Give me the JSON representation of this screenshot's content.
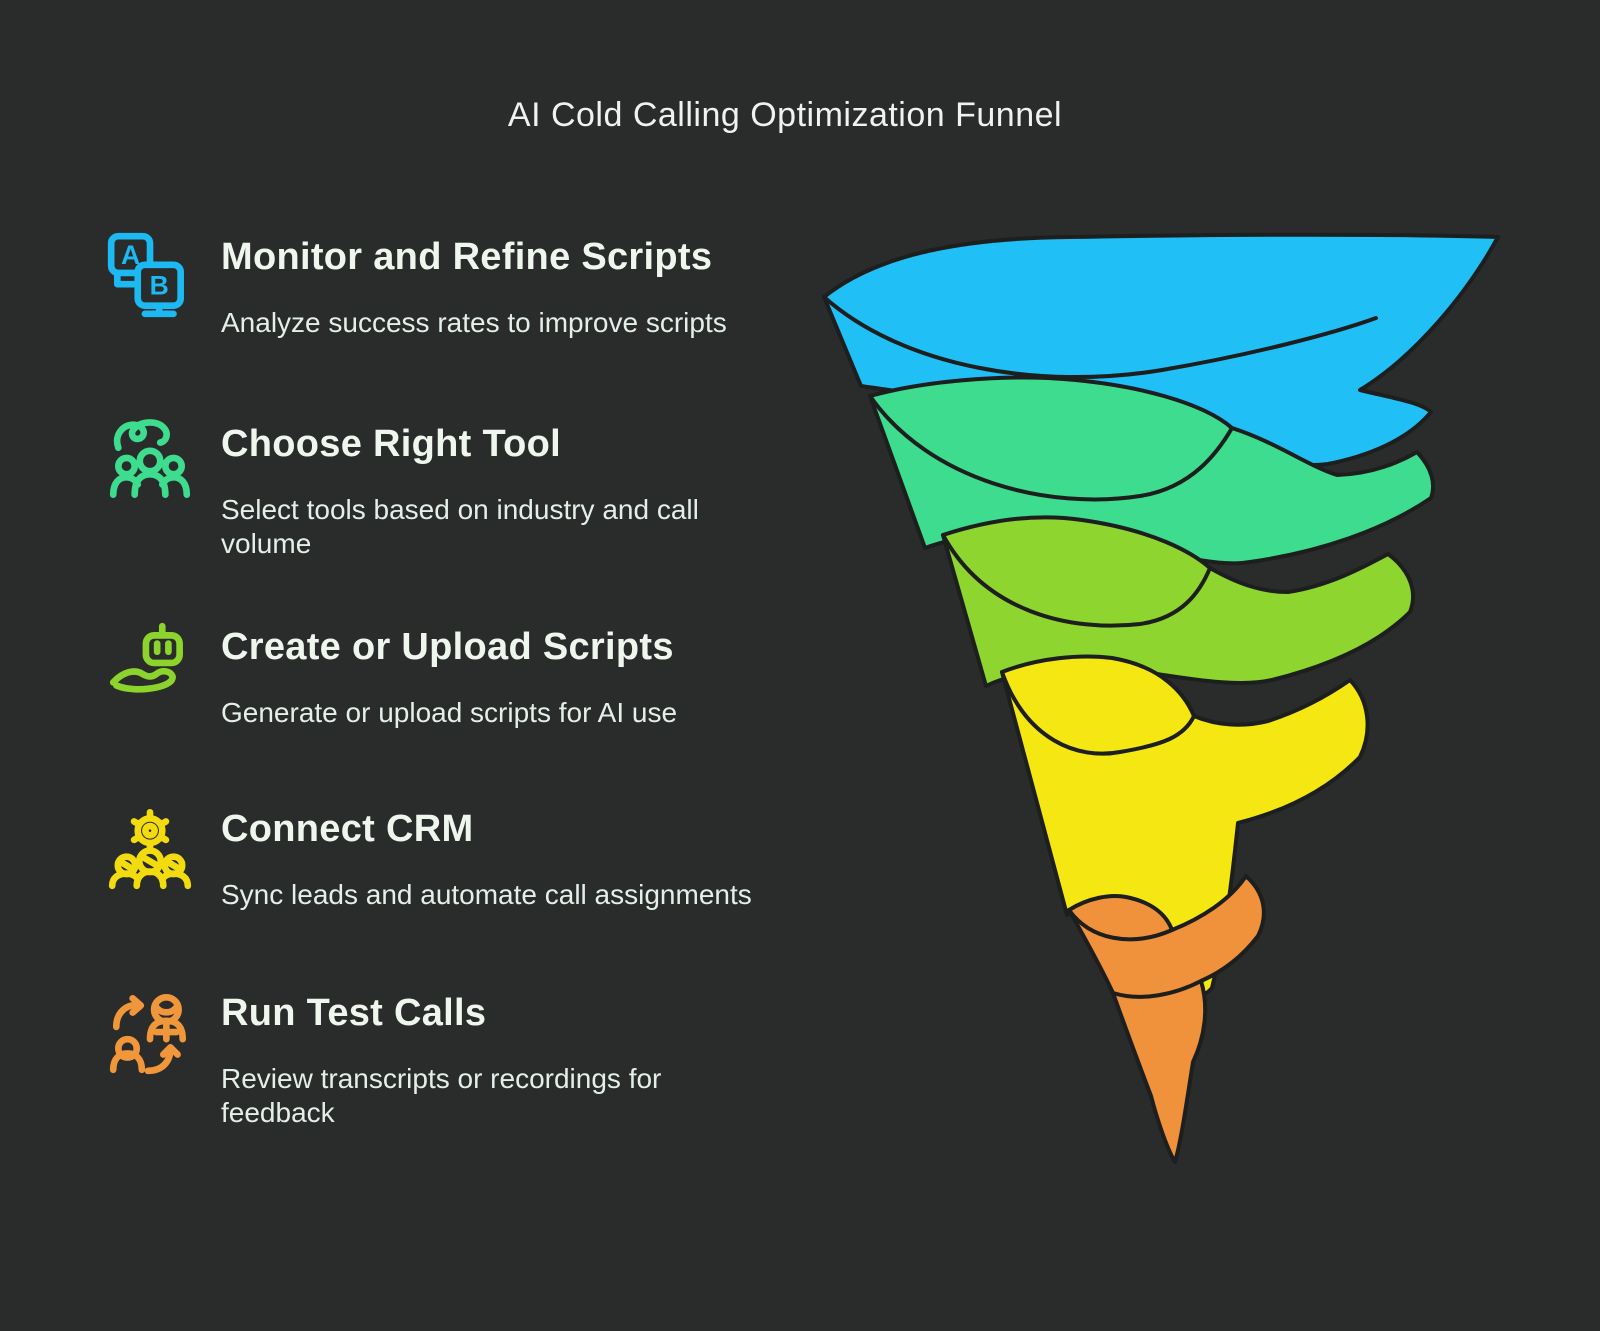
{
  "page": {
    "title": "AI Cold Calling Optimization Funnel"
  },
  "colors": {
    "background": "#2a2b2b",
    "outline": "#1d1f1f",
    "title": "#f1f1f1",
    "step_title": "#eef6ee",
    "step_desc": "#e3efe7"
  },
  "steps": [
    {
      "title": "Monitor and Refine Scripts",
      "description": "Analyze success rates to improve scripts",
      "icon": "ab-test-monitors-icon",
      "icon_letter_a": "A",
      "icon_letter_b": "B",
      "color": "#1cb9f2"
    },
    {
      "title": "Choose Right Tool",
      "description": "Select tools based on industry and call volume",
      "icon": "team-select-icon",
      "color": "#3edc8e"
    },
    {
      "title": "Create or Upload Scripts",
      "description": "Generate or upload scripts for AI use",
      "icon": "hand-robot-icon",
      "color": "#8cd42c"
    },
    {
      "title": "Connect CRM",
      "description": "Sync leads and automate call assignments",
      "icon": "gear-team-icon",
      "color": "#f2dc0f"
    },
    {
      "title": "Run Test Calls",
      "description": "Review transcripts or recordings for feedback",
      "icon": "people-swap-icon",
      "color": "#f0973c"
    }
  ],
  "funnel": {
    "type": "spiral-funnel",
    "stages": [
      {
        "order": 1,
        "color": "#20bff5"
      },
      {
        "order": 2,
        "color": "#3ddc8e"
      },
      {
        "order": 3,
        "color": "#8fd52f"
      },
      {
        "order": 4,
        "color": "#f5e711"
      },
      {
        "order": 5,
        "color": "#f0913b"
      }
    ]
  }
}
